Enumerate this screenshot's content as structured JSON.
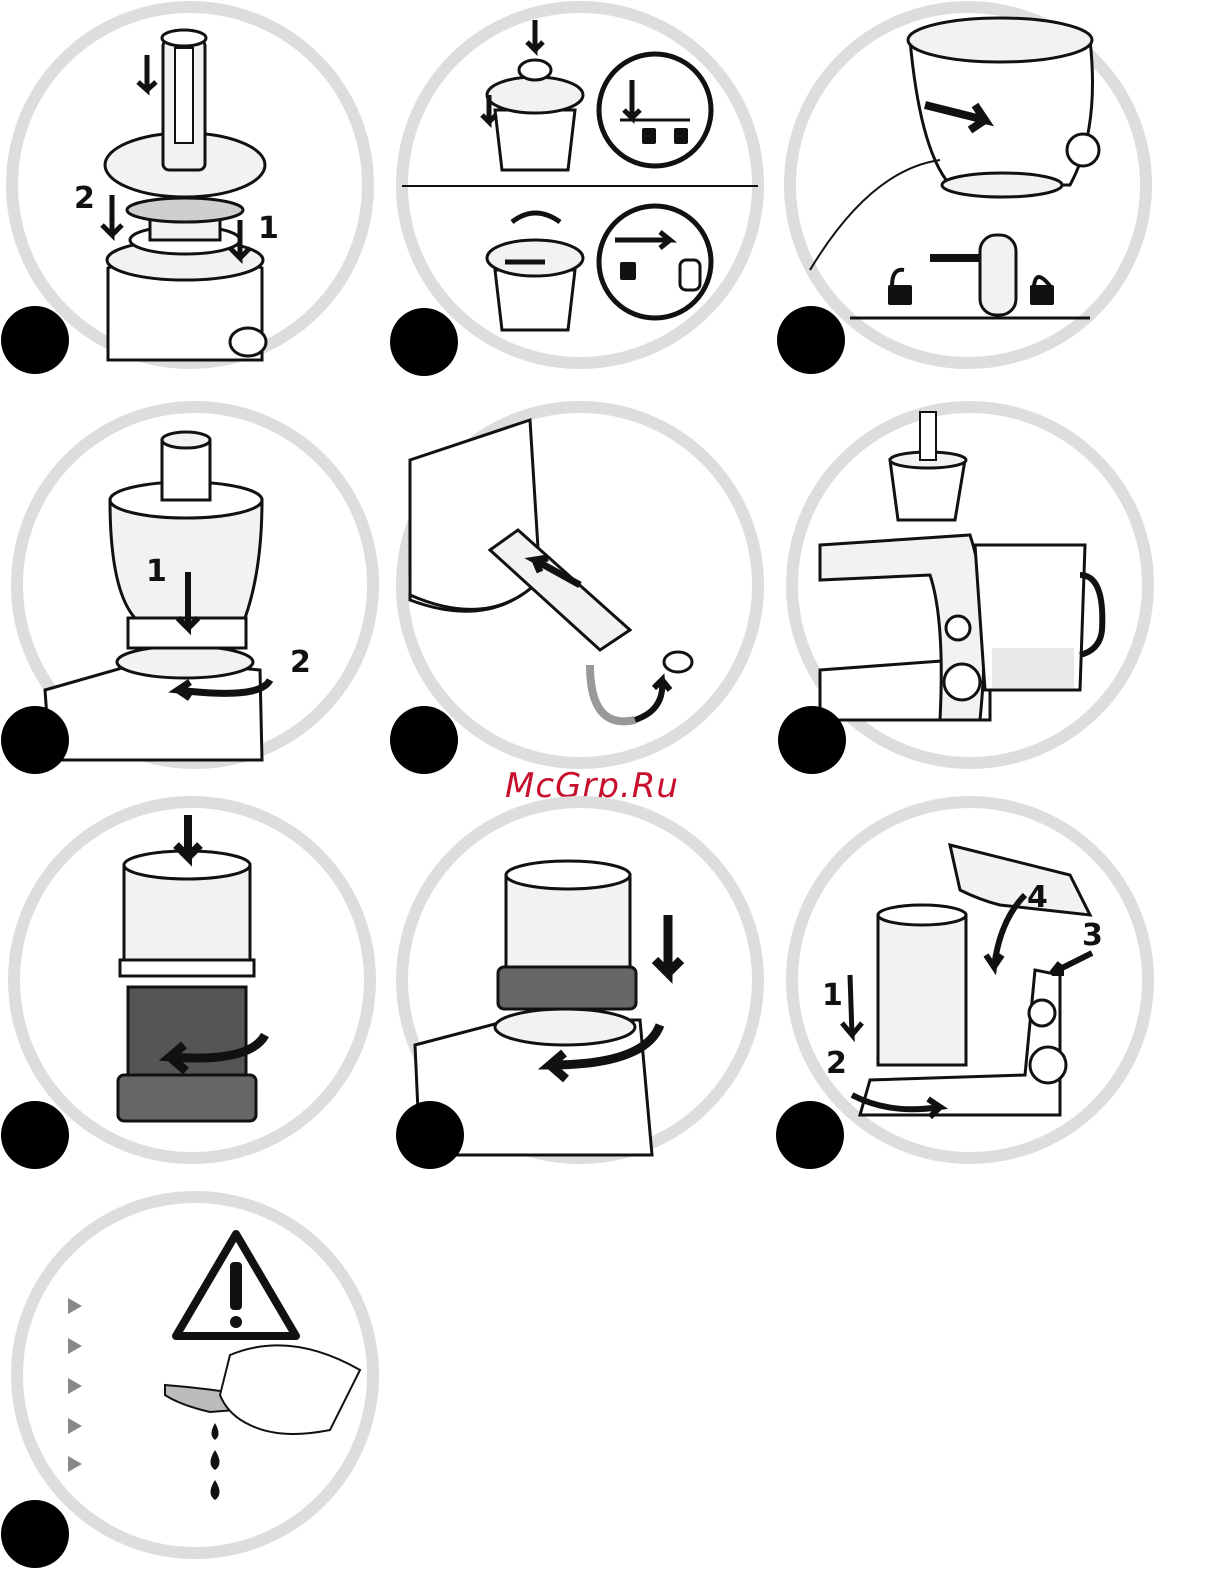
{
  "watermark": {
    "text": "McGrp.Ru",
    "color": "#c8102e"
  },
  "palette": {
    "ring": "#dddddd",
    "ink": "#111111",
    "light": "#f2f2f2",
    "mid": "#bcbcbc",
    "dark": "#555555"
  },
  "panels": [
    {
      "id": "p1",
      "step_labels": [
        "2",
        "1"
      ],
      "icons": [
        "pusher-icon",
        "down-arrow-icon"
      ]
    },
    {
      "id": "p2",
      "step_labels": [],
      "icons": [
        "down-arrow-icon",
        "unlock-icon",
        "lock-icon",
        "rotate-arrow-icon"
      ]
    },
    {
      "id": "p3",
      "step_labels": [],
      "icons": [
        "right-arrow-icon",
        "unlock-icon",
        "lock-icon"
      ]
    },
    {
      "id": "p4",
      "step_labels": [
        "1",
        "2"
      ],
      "icons": [
        "down-arrow-icon",
        "rotate-arrow-icon"
      ]
    },
    {
      "id": "p5",
      "step_labels": [],
      "icons": [
        "slide-arrow-icon",
        "rotate-arrow-icon"
      ]
    },
    {
      "id": "p6",
      "step_labels": [],
      "icons": [
        "stand-mixer-icon",
        "jug-icon"
      ]
    },
    {
      "id": "p7",
      "step_labels": [],
      "icons": [
        "down-arrow-icon",
        "rotate-arrow-icon"
      ]
    },
    {
      "id": "p8",
      "step_labels": [],
      "icons": [
        "down-arrow-icon",
        "rotate-arrow-icon"
      ]
    },
    {
      "id": "p9",
      "step_labels": [
        "4",
        "3",
        "1",
        "2"
      ],
      "icons": [
        "stand-mixer-icon",
        "rotate-arrow-icon"
      ]
    },
    {
      "id": "p10",
      "step_labels": [],
      "icons": [
        "warning-icon",
        "bullet-icon",
        "blade-icon",
        "drop-icon"
      ]
    }
  ]
}
